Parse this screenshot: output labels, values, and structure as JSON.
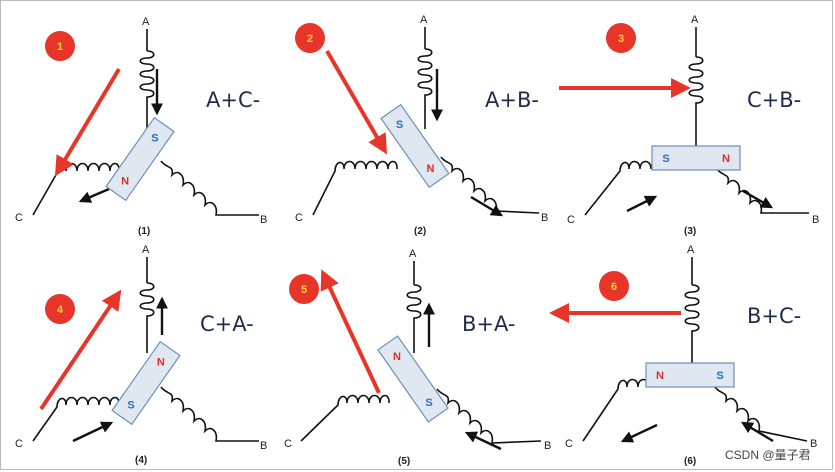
{
  "colors": {
    "red_arrow": "#e8352a",
    "badge_fill": "#e8352a",
    "badge_text": "#ffd23a",
    "magnet_fill": "#dfe7f1",
    "magnet_stroke": "#6d8fb9",
    "pole_n": "#d93025",
    "pole_s": "#2b6fc0",
    "label": "#1f2b4d"
  },
  "panels": [
    {
      "badge": "1",
      "label": "A+C-",
      "caption": "(1)",
      "terminals": [
        "A",
        "B",
        "C"
      ],
      "poles": [
        "S",
        "N"
      ]
    },
    {
      "badge": "2",
      "label": "A+B-",
      "caption": "(2)",
      "terminals": [
        "A",
        "B",
        "C"
      ],
      "poles": [
        "S",
        "N"
      ]
    },
    {
      "badge": "3",
      "label": "C+B-",
      "caption": "(3)",
      "terminals": [
        "A",
        "B",
        "C"
      ],
      "poles": [
        "S",
        "N"
      ]
    },
    {
      "badge": "4",
      "label": "C+A-",
      "caption": "(4)",
      "terminals": [
        "A",
        "B",
        "C"
      ],
      "poles": [
        "N",
        "S"
      ]
    },
    {
      "badge": "5",
      "label": "B+A-",
      "caption": "(5)",
      "terminals": [
        "A",
        "B",
        "C"
      ],
      "poles": [
        "N",
        "S"
      ]
    },
    {
      "badge": "6",
      "label": "B+C-",
      "caption": "(6)",
      "terminals": [
        "A",
        "B",
        "C"
      ],
      "poles": [
        "N",
        "S"
      ]
    }
  ],
  "watermark": "CSDN @量子君"
}
